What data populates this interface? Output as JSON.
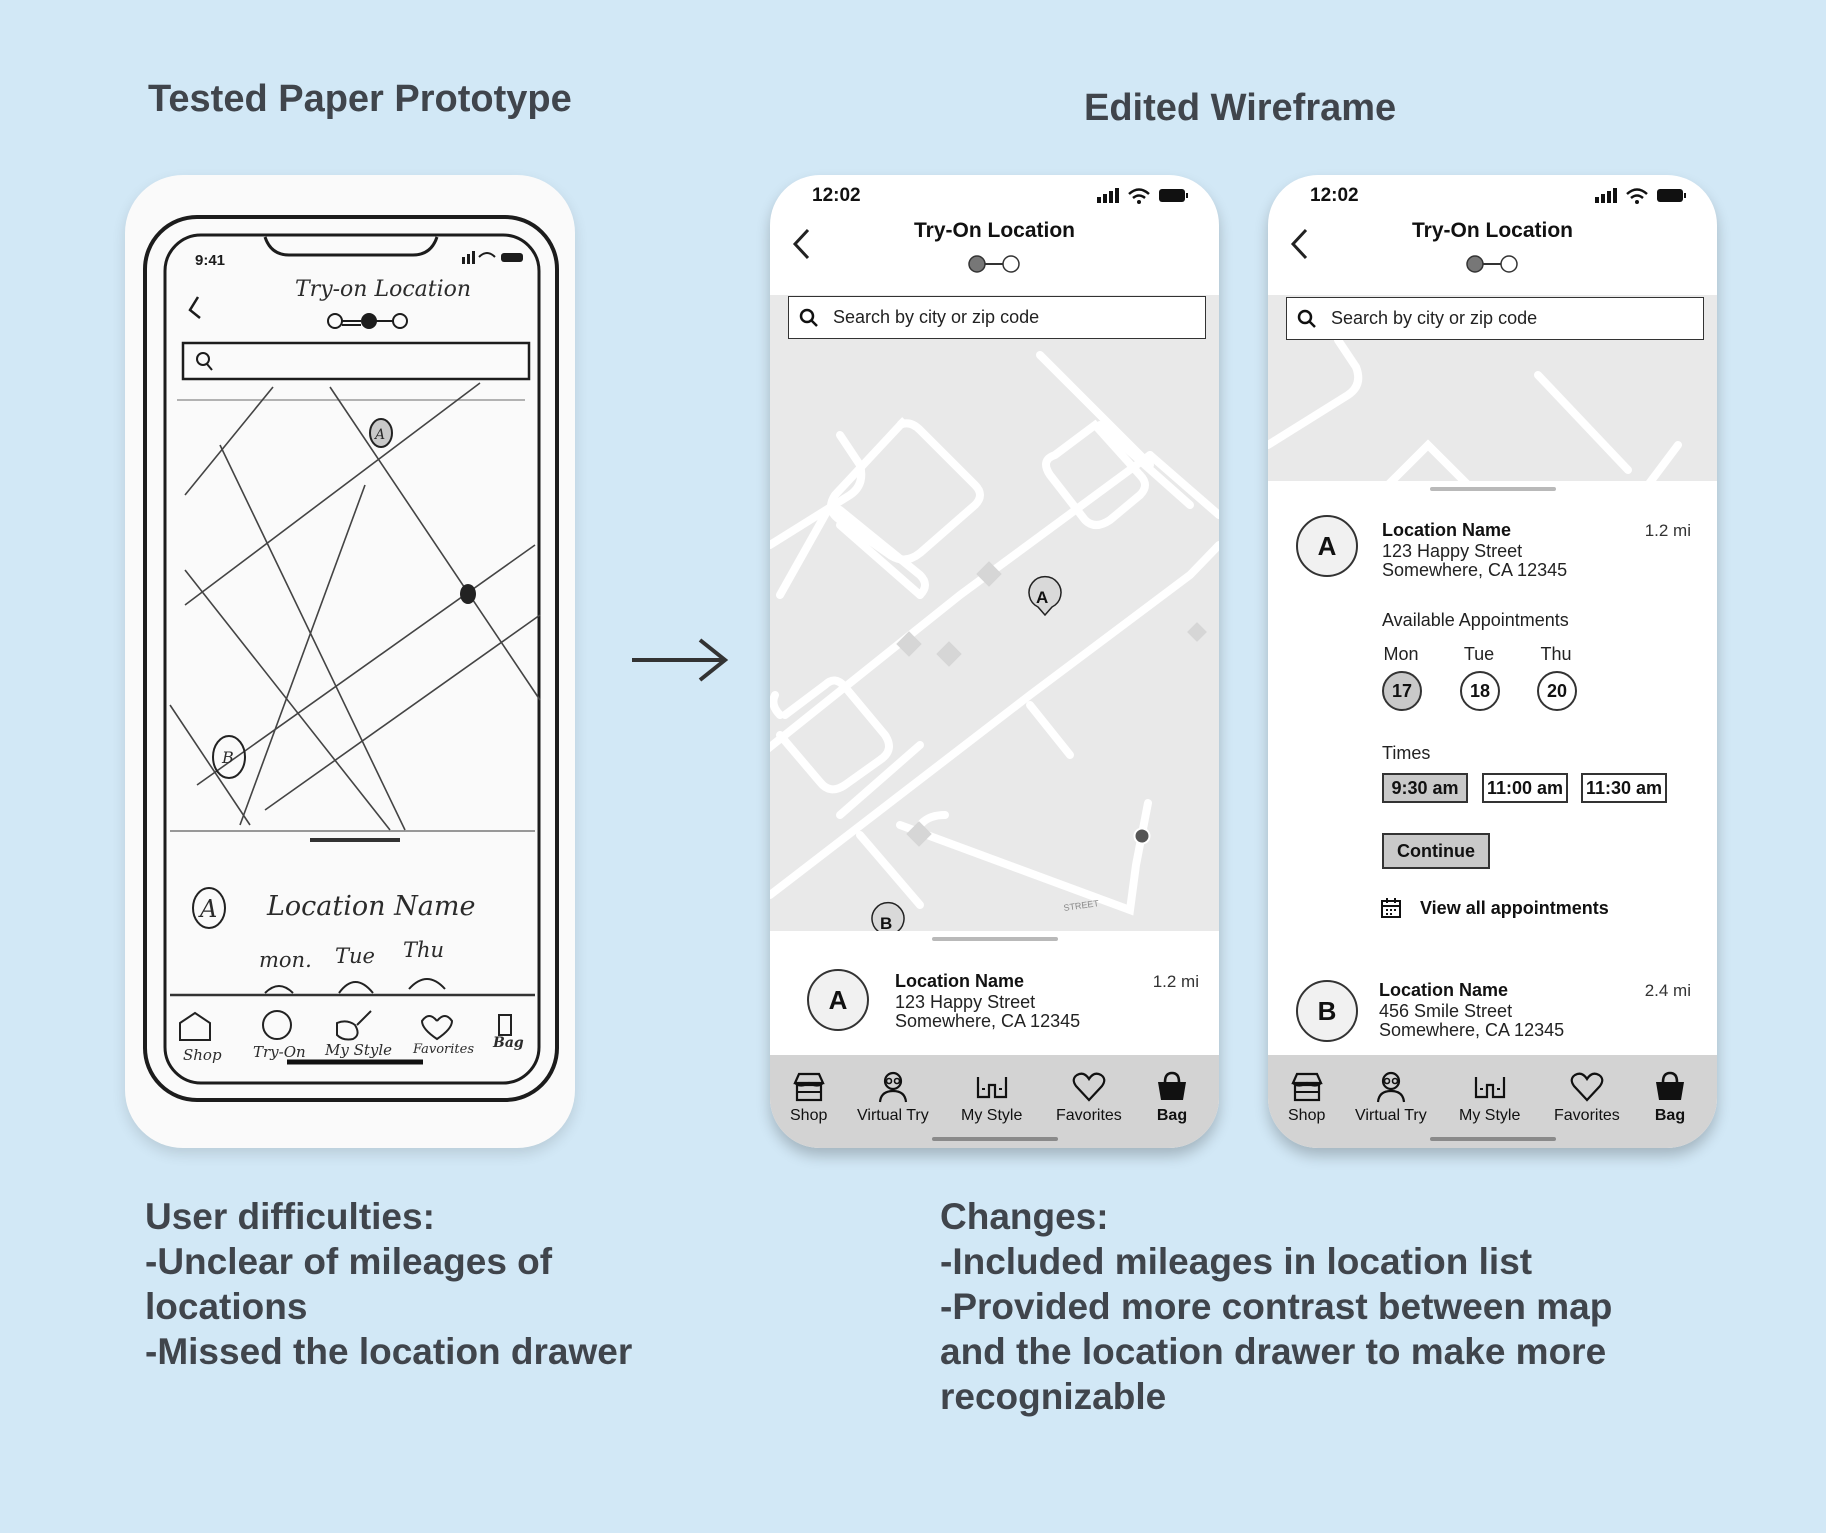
{
  "headings": {
    "left": "Tested Paper Prototype",
    "right": "Edited Wireframe"
  },
  "paper": {
    "time": "9:41",
    "title": "Try-on Location",
    "pin_a": "A",
    "pin_b": "B",
    "drawer_letter": "A",
    "drawer_name": "Location Name",
    "days": [
      "mon.",
      "Tue",
      "Thu"
    ],
    "tabs": [
      "Shop",
      "Try-On",
      "My Style",
      "Favorites",
      "Bag"
    ]
  },
  "phone1": {
    "time": "12:02",
    "title": "Try-On Location",
    "search_placeholder": "Search by city or zip code",
    "pin_a": "A",
    "pin_b": "B",
    "street_label": "STREET",
    "location": {
      "letter": "A",
      "name": "Location Name",
      "address1": "123 Happy Street",
      "address2": "Somewhere, CA 12345",
      "distance": "1.2 mi"
    }
  },
  "phone2": {
    "time": "12:02",
    "title": "Try-On Location",
    "search_placeholder": "Search by city or zip code",
    "location_a": {
      "letter": "A",
      "name": "Location Name",
      "address1": "123 Happy Street",
      "address2": "Somewhere, CA 12345",
      "distance": "1.2 mi"
    },
    "available_label": "Available Appointments",
    "days": [
      {
        "day": "Mon",
        "date": "17",
        "selected": true
      },
      {
        "day": "Tue",
        "date": "18",
        "selected": false
      },
      {
        "day": "Thu",
        "date": "20",
        "selected": false
      }
    ],
    "times_label": "Times",
    "times": [
      {
        "label": "9:30 am",
        "selected": true
      },
      {
        "label": "11:00 am",
        "selected": false
      },
      {
        "label": "11:30 am",
        "selected": false
      }
    ],
    "continue_label": "Continue",
    "view_all_label": "View all appointments",
    "location_b": {
      "letter": "B",
      "name": "Location Name",
      "address1": "456 Smile Street",
      "address2": "Somewhere, CA 12345",
      "distance": "2.4 mi"
    }
  },
  "tabs": [
    {
      "label": "Shop",
      "icon": "store-icon"
    },
    {
      "label": "Virtual Try",
      "icon": "avatar-glasses-icon"
    },
    {
      "label": "My Style",
      "icon": "glasses-icon"
    },
    {
      "label": "Favorites",
      "icon": "heart-icon"
    },
    {
      "label": "Bag",
      "icon": "bag-icon"
    }
  ],
  "notes": {
    "difficulties": [
      "User difficulties:",
      "-Unclear of mileages of",
      "locations",
      "-Missed the location drawer"
    ],
    "changes": [
      "Changes:",
      "-Included mileages in location list",
      "-Provided more contrast between map",
      "and the location drawer to make more",
      "recognizable"
    ]
  }
}
